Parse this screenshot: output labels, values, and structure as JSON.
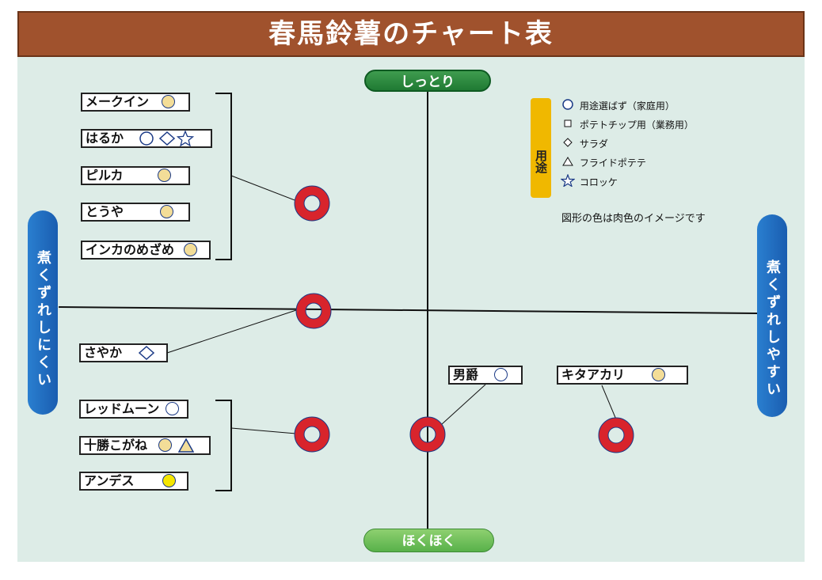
{
  "title": "春馬鈴薯のチャート表",
  "axes": {
    "top": "しっとり",
    "bottom": "ほくほく",
    "left": "煮くずれしにくい",
    "right": "煮くずれしやすい"
  },
  "legend": {
    "heading": "用途",
    "items": [
      {
        "symbol": "circle",
        "label": "用途選ばず（家庭用）"
      },
      {
        "symbol": "square",
        "label": "ポテトチップ用（業務用）"
      },
      {
        "symbol": "diamond",
        "label": "サラダ"
      },
      {
        "symbol": "triangle",
        "label": "フライドポテテ"
      },
      {
        "symbol": "star",
        "label": "コロッケ"
      }
    ],
    "note": "図形の色は肉色のイメージです"
  },
  "varieties": [
    {
      "name": "メークイン",
      "symbols": [
        "circle-flesh"
      ]
    },
    {
      "name": "はるか",
      "symbols": [
        "circle-white",
        "diamond",
        "star"
      ]
    },
    {
      "name": "ピルカ",
      "symbols": [
        "circle-flesh"
      ]
    },
    {
      "name": "とうや",
      "symbols": [
        "circle-flesh"
      ]
    },
    {
      "name": "インカのめざめ",
      "symbols": [
        "circle-flesh"
      ]
    },
    {
      "name": "さやか",
      "symbols": [
        "diamond"
      ]
    },
    {
      "name": "レッドムーン",
      "symbols": [
        "circle-white"
      ]
    },
    {
      "name": "十勝こがね",
      "symbols": [
        "circle-flesh",
        "triangle"
      ]
    },
    {
      "name": "アンデス",
      "symbols": [
        "circle-yellow"
      ]
    },
    {
      "name": "男爵",
      "symbols": [
        "circle-white"
      ]
    },
    {
      "name": "キタアカリ",
      "symbols": [
        "circle-flesh"
      ]
    }
  ],
  "colors": {
    "title_bg": "#a0522d",
    "panel_bg": "#ddece7",
    "marker": "#d8242c",
    "flesh": "#f3dd98",
    "yellow": "#f5e600",
    "symbol_stroke": "#1b3a86"
  }
}
